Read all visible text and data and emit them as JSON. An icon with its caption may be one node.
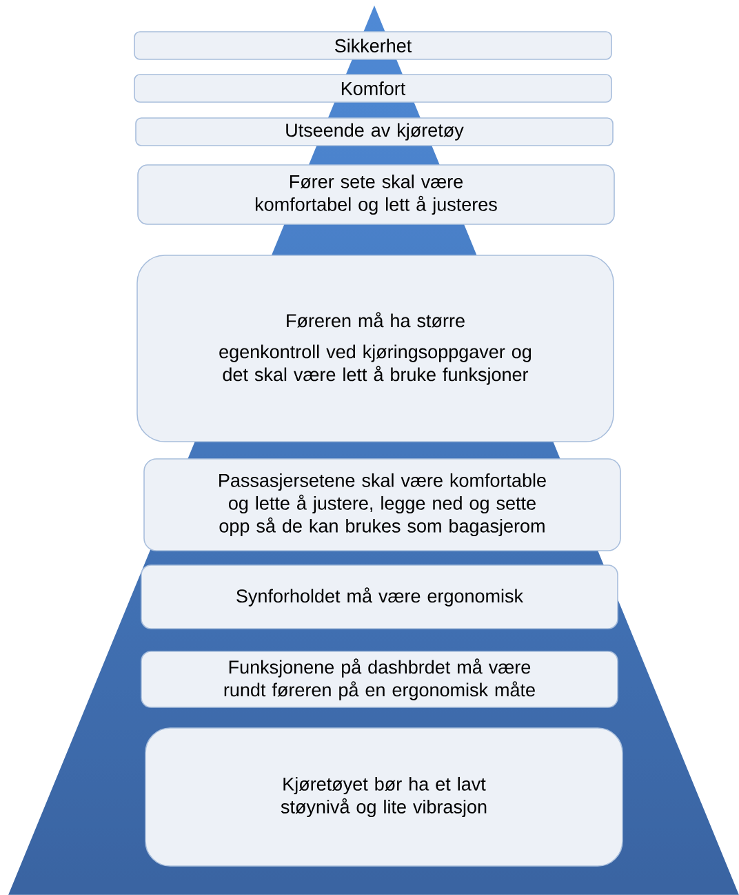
{
  "diagram": {
    "nodes": [
      {
        "text": [
          "Sikkerhet"
        ]
      },
      {
        "text": [
          "Komfort"
        ]
      },
      {
        "text": [
          "Utseende av kjøretøy"
        ]
      },
      {
        "text": [
          "Fører sete skal være komfortabel og lett å justeres"
        ]
      },
      {
        "text": [
          "Føreren må ha større",
          "egenkontroll ved kjøringsoppgaver og det skal være lett å bruke funksjoner"
        ]
      },
      {
        "text": [
          "Passasjersetene skal være komfortable og lette å justere, legge ned og sette opp så de kan brukes som bagasjerom"
        ]
      },
      {
        "text": [
          "Synforholdet må være ergonomisk"
        ]
      },
      {
        "text": [
          "Funksjonene på dashbrdet må være rundt føreren på en ergonomisk måte"
        ]
      },
      {
        "text": [
          "Kjøretøyet bør ha et lavt støynivå og lite vibrasjon"
        ]
      }
    ]
  }
}
